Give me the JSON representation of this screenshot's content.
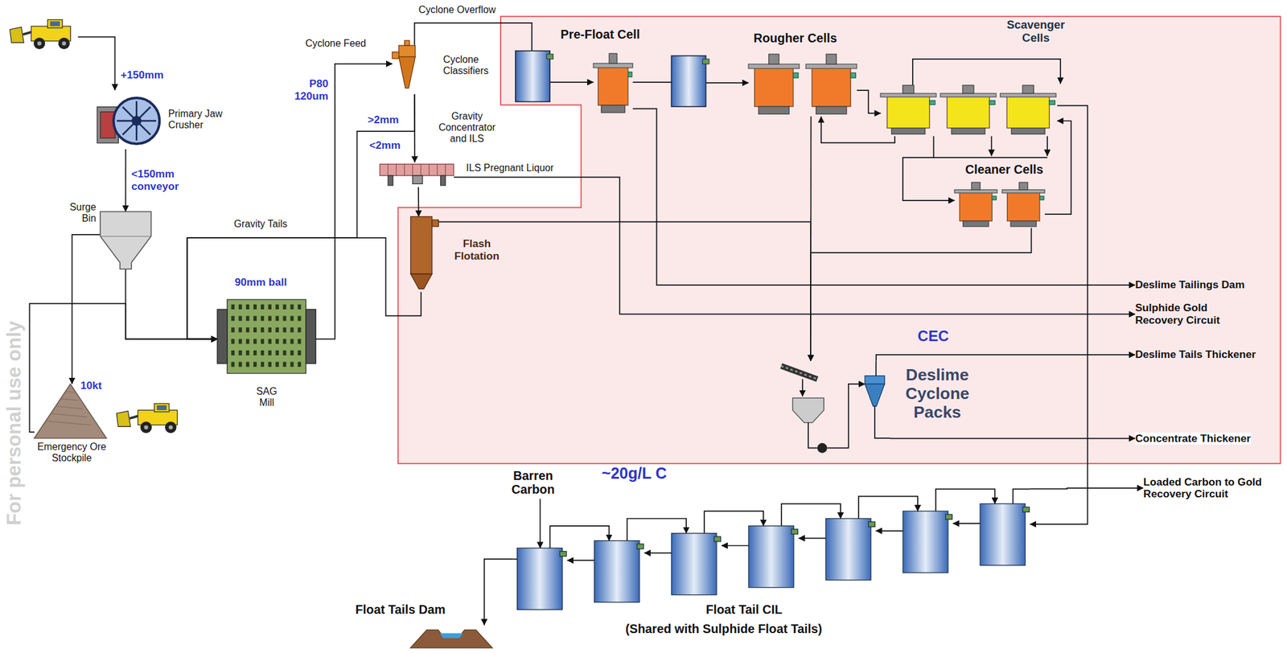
{
  "diagram": {
    "nodes": [
      {
        "text": [
          "Primary Jaw Crusher"
        ]
      },
      {
        "text": [
          "Surge Bin"
        ]
      },
      {
        "text": [
          "Emergency Ore Stockpile"
        ]
      },
      {
        "text": [
          "SAG Mill"
        ]
      },
      {
        "text": [
          "Cyclone Classifiers"
        ]
      },
      {
        "text": [
          "Gravity Concentrator and ILS"
        ]
      },
      {
        "text": [
          "Flash Flotation"
        ]
      },
      {
        "text": [
          "Pre-Float Cell"
        ]
      },
      {
        "text": [
          "Rougher Cells"
        ]
      },
      {
        "text": [
          "Scavenger Cells"
        ]
      },
      {
        "text": [
          "Cleaner Cells"
        ]
      },
      {
        "text": [
          "CEC",
          "Deslime Cyclone Packs"
        ]
      },
      {
        "text": [
          "Float Tail CIL",
          "(Shared with Sulphide Float Tails)"
        ]
      },
      {
        "text": [
          "Float Tails Dam"
        ]
      },
      {
        "text": [
          "Deslime Tailings Dam"
        ]
      },
      {
        "text": [
          "Sulphide Gold Recovery Circuit"
        ]
      },
      {
        "text": [
          "Deslime Tails Thickener"
        ]
      },
      {
        "text": [
          "Concentrate Thickener"
        ]
      },
      {
        "text": [
          "Loaded Carbon to Gold Recovery Circuit"
        ]
      }
    ],
    "edges": [
      {
        "from": 0,
        "to": 1,
        "arrow": "to",
        "label": "<150mm conveyor"
      },
      {
        "from": 1,
        "to": 3,
        "arrow": "to"
      },
      {
        "from": 1,
        "to": 2,
        "arrow": "to"
      },
      {
        "from": 2,
        "to": 3,
        "arrow": "to"
      },
      {
        "from": 3,
        "to": 4,
        "arrow": "to"
      },
      {
        "from": 4,
        "to": 7,
        "arrow": "to"
      },
      {
        "from": 4,
        "to": 5,
        "arrow": "to",
        "label": "<2mm"
      },
      {
        "from": 4,
        "to": 3,
        "arrow": "to",
        "label": ">2mm"
      },
      {
        "from": 5,
        "to": 6,
        "arrow": "to"
      },
      {
        "from": 6,
        "to": 3,
        "arrow": "to"
      },
      {
        "from": 5,
        "to": 15,
        "arrow": "to",
        "label": "ILS Pregnant Liquor"
      },
      {
        "from": 6,
        "to": 11,
        "arrow": "to"
      },
      {
        "from": 7,
        "to": 8,
        "arrow": "to"
      },
      {
        "from": 7,
        "to": 14,
        "arrow": "to"
      },
      {
        "from": 8,
        "to": 9,
        "arrow": "to"
      },
      {
        "from": 8,
        "to": 11,
        "arrow": "to"
      },
      {
        "from": 9,
        "to": 8,
        "arrow": "to"
      },
      {
        "from": 9,
        "to": 10,
        "arrow": "to"
      },
      {
        "from": 10,
        "to": 9,
        "arrow": "to"
      },
      {
        "from": 10,
        "to": 11,
        "arrow": "to"
      },
      {
        "from": 9,
        "to": 12,
        "arrow": "to"
      },
      {
        "from": 11,
        "to": 16,
        "arrow": "to"
      },
      {
        "from": 11,
        "to": 17,
        "arrow": "to"
      },
      {
        "from": 12,
        "to": 13,
        "arrow": "to"
      },
      {
        "from": 12,
        "to": 18,
        "arrow": "to"
      }
    ],
    "labels": [
      "For personal use only",
      "+150mm",
      "10kt",
      "90mm ball",
      "Cyclone Feed",
      "P80 120um",
      "Cyclone Overflow",
      "Gravity Tails",
      "Barren Carbon",
      "~20g/L C"
    ]
  }
}
